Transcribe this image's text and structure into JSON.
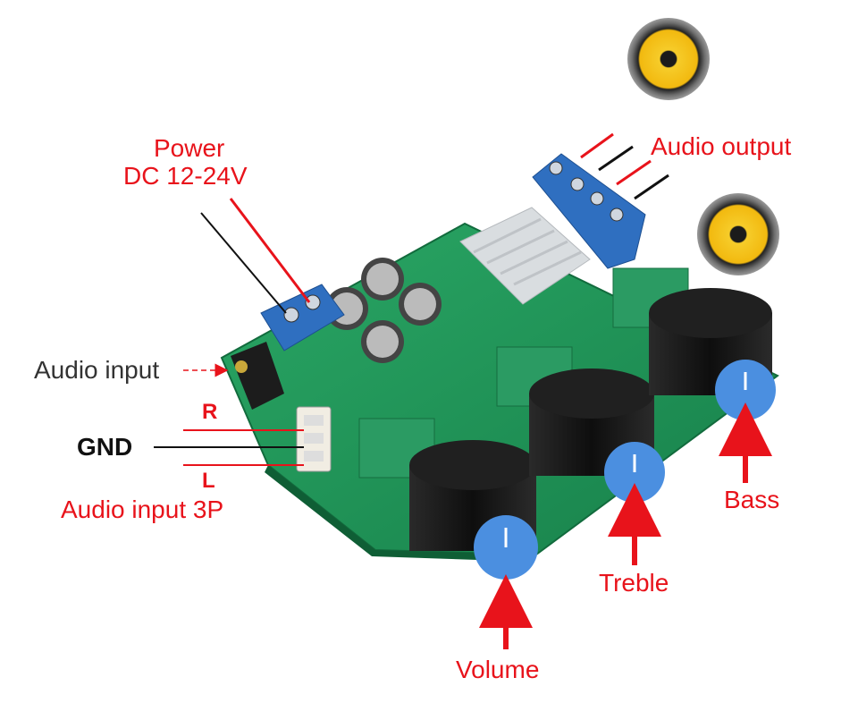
{
  "labels": {
    "power": "Power",
    "power_voltage": "DC 12-24V",
    "audio_output": "Audio output",
    "audio_input": "Audio input",
    "r": "R",
    "gnd": "GND",
    "l": "L",
    "audio_input_3p": "Audio input 3P",
    "volume": "Volume",
    "treble": "Treble",
    "bass": "Bass"
  },
  "colors": {
    "label_red": "#e8131b",
    "label_dark": "#333333",
    "pcb_green": "#1f9a5a",
    "terminal_blue": "#2f6fc0",
    "knob_black": "#1b1b1b",
    "knob_cap_blue": "#4b8fe0",
    "speaker_yellow": "#f4c21c",
    "heatsink_silver": "#d9dde0"
  },
  "icons": [
    "speaker-icon",
    "speaker-icon"
  ]
}
